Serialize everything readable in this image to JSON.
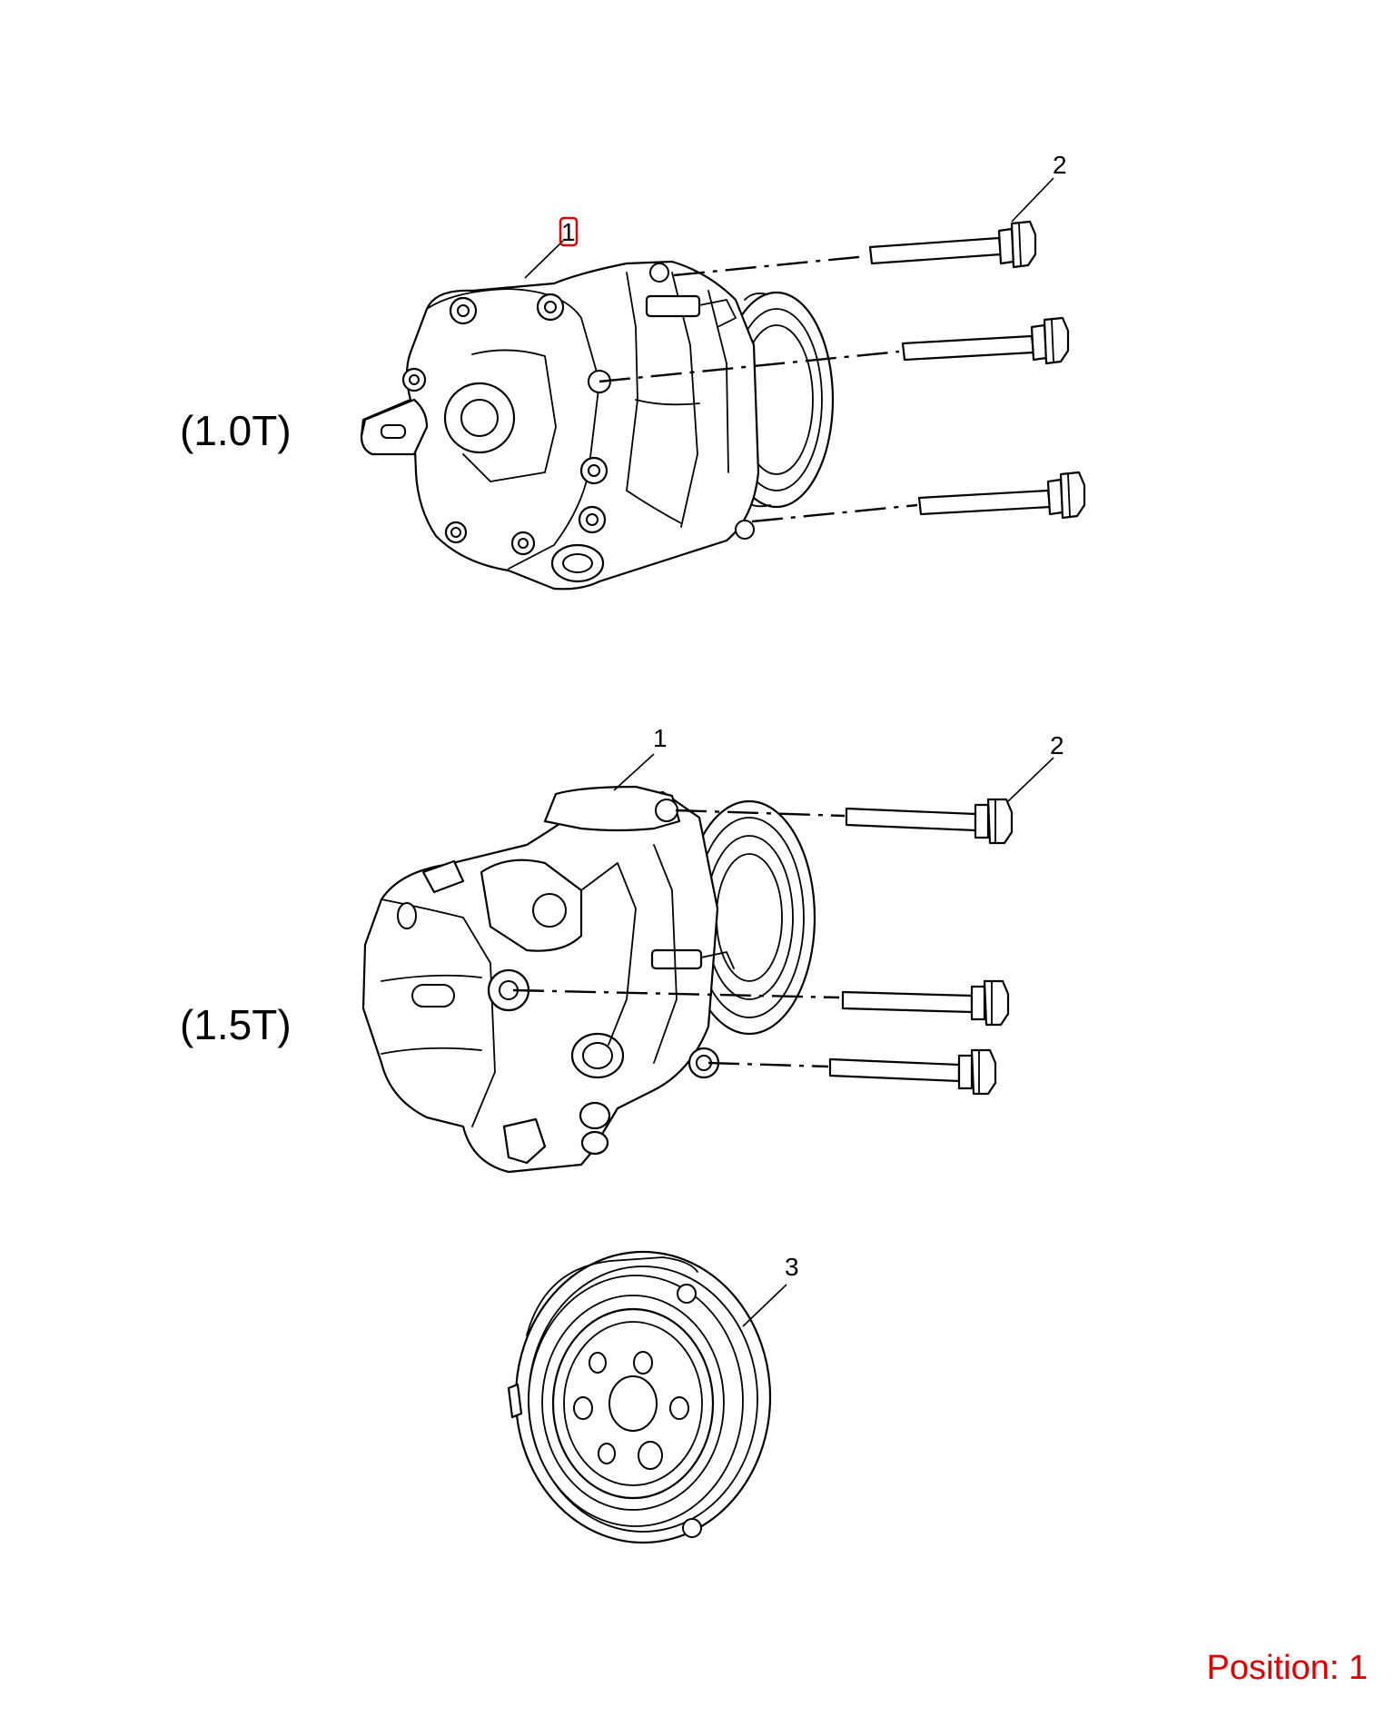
{
  "variants": {
    "top": "(1.0T)",
    "middle": "(1.5T)"
  },
  "callouts": {
    "top_compressor": "1",
    "top_bolt": "2",
    "middle_compressor": "1",
    "middle_bolt": "2",
    "clutch_plate": "3"
  },
  "highlighted_callout": "1",
  "position_label": "Position: 1",
  "colors": {
    "line": "#000000",
    "highlight": "#e00000",
    "background": "#ffffff"
  }
}
